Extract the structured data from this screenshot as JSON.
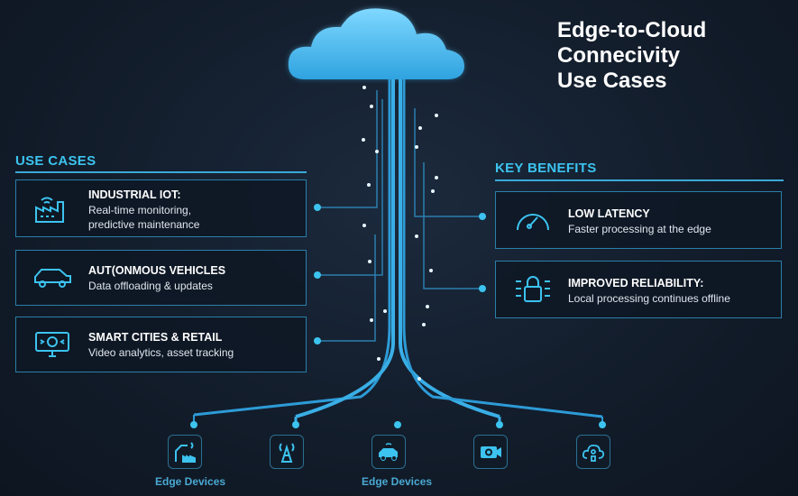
{
  "title": [
    "Edge-to-Cloud",
    "Connecivity",
    "Use Cases"
  ],
  "use_cases": {
    "label": "USE CASES",
    "items": [
      {
        "icon": "factory-wifi-icon",
        "heading": "INDUSTRIAL IOT:",
        "desc": [
          "Real-time monitoring,",
          "predictive maintenance"
        ]
      },
      {
        "icon": "car-icon",
        "heading": "AUT(ONMOUS VEHICLES",
        "desc": [
          "Data offloading & updates"
        ]
      },
      {
        "icon": "monitor-camera-icon",
        "heading": "SMART CITIES & RETAIL",
        "desc": [
          "Video analytics, asset tracking"
        ]
      }
    ]
  },
  "key_benefits": {
    "label": "KEY BENEFITS",
    "items": [
      {
        "icon": "speedometer-icon",
        "heading": "LOW LATENCY",
        "desc": [
          "Faster processing at the edge"
        ]
      },
      {
        "icon": "lock-icon",
        "heading": "IMPROVED RELIABILITY:",
        "desc": [
          "Local processing continues offline"
        ]
      }
    ]
  },
  "edge_devices": {
    "items": [
      "robot-arm-factory-icon",
      "cell-tower-icon",
      "connected-car-icon",
      "camera-icon",
      "cloud-gear-icon"
    ],
    "labels": [
      "Edge Devices",
      "Edge Devices"
    ]
  },
  "colors": {
    "accent": "#3cc3ef",
    "background": "#121c2a",
    "border": "#2a7fa8"
  }
}
